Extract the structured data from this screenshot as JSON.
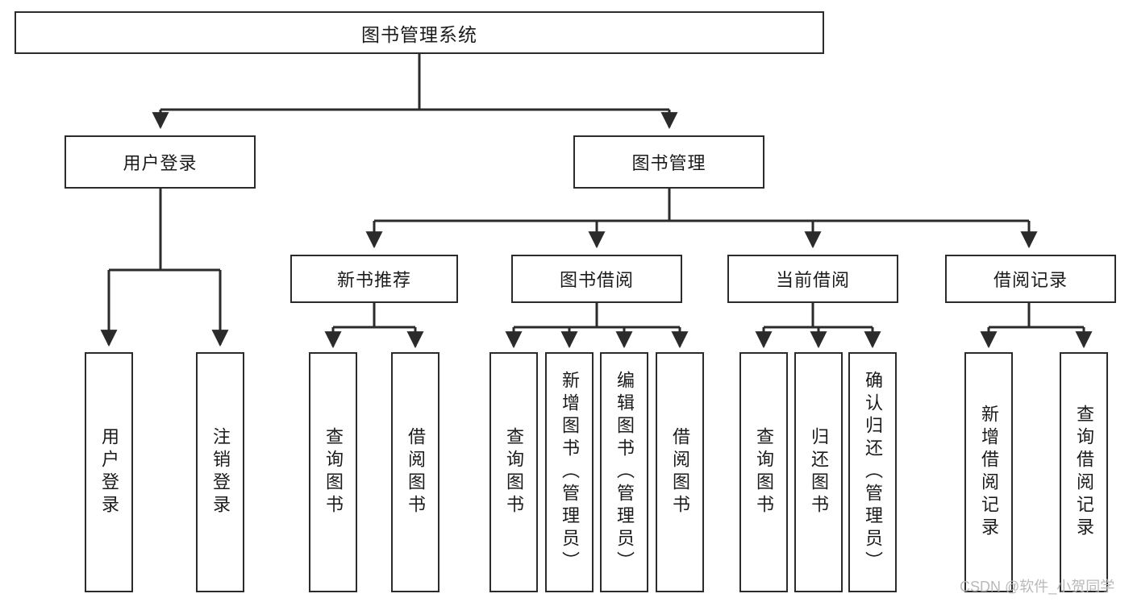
{
  "diagram": {
    "title_node": {
      "label": "图书管理系统"
    },
    "level2": [
      {
        "id": "user-login",
        "label": "用户登录"
      },
      {
        "id": "book-management",
        "label": "图书管理"
      }
    ],
    "level3": [
      {
        "id": "new-book-recommend",
        "label": "新书推荐"
      },
      {
        "id": "book-borrow",
        "label": "图书借阅"
      },
      {
        "id": "current-borrow",
        "label": "当前借阅"
      },
      {
        "id": "borrow-record",
        "label": "借阅记录"
      }
    ],
    "leaves": {
      "user_login": [
        {
          "id": "leaf-user-login",
          "label": "用户登录"
        },
        {
          "id": "leaf-logout-login",
          "label": "注销登录"
        }
      ],
      "new_book_recommend": [
        {
          "id": "leaf-query-book-1",
          "label": "查询图书"
        },
        {
          "id": "leaf-borrow-book-1",
          "label": "借阅图书"
        }
      ],
      "book_borrow": [
        {
          "id": "leaf-query-book-2",
          "label": "查询图书"
        },
        {
          "id": "leaf-add-book",
          "label": "新增图书（管理员）"
        },
        {
          "id": "leaf-edit-book",
          "label": "编辑图书（管理员）"
        },
        {
          "id": "leaf-borrow-book-2",
          "label": "借阅图书"
        }
      ],
      "current_borrow": [
        {
          "id": "leaf-query-book-3",
          "label": "查询图书"
        },
        {
          "id": "leaf-return-book",
          "label": "归还图书"
        },
        {
          "id": "leaf-confirm-return",
          "label": "确认归还（管理员）"
        }
      ],
      "borrow_record": [
        {
          "id": "leaf-add-borrow-record",
          "label": "新增借阅记录"
        },
        {
          "id": "leaf-query-borrow-record",
          "label": "查询借阅记录"
        }
      ]
    }
  },
  "watermark": {
    "text": "CSDN @软件_小贺同学"
  },
  "colors": {
    "stroke": "#2b2b2b",
    "fill": "#ffffff",
    "text": "#1b1b1b",
    "watermark": "#b9b9b9"
  }
}
